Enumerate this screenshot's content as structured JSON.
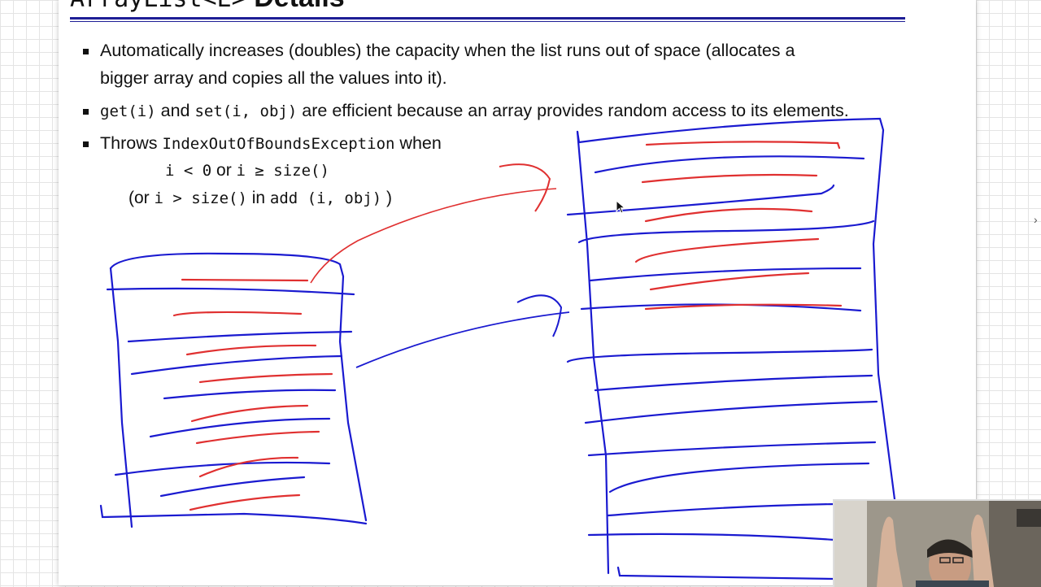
{
  "slide": {
    "title_mono": "ArrayList<E>",
    "title_rest": " Details",
    "bullets": [
      {
        "line1": "Automatically increases (doubles) the capacity when the list runs out of space (allocates a",
        "line2": "bigger array and copies all the values into it)."
      },
      {
        "code1": "get(i)",
        "text1": " and ",
        "code2": "set(i, obj)",
        "text2": " are efficient because an array provides random access to its elements."
      },
      {
        "text1": "Throws ",
        "code1": "IndexOutOfBoundsException",
        "text2": " when"
      }
    ],
    "condition1": {
      "a": "i < 0",
      "b": " or ",
      "c": "i ≥ size()"
    },
    "condition2": {
      "a": "(or ",
      "b": "i > size()",
      "c": " in ",
      "d": "add",
      "e": " (i, obj)",
      "f": " )"
    }
  },
  "colors": {
    "accent": "#1e1e96",
    "pen_blue": "#1a1ad0",
    "pen_red": "#e03030"
  },
  "icons": {
    "cursor": "arrow-cursor-icon",
    "webcam": "presenter-video-icon"
  }
}
